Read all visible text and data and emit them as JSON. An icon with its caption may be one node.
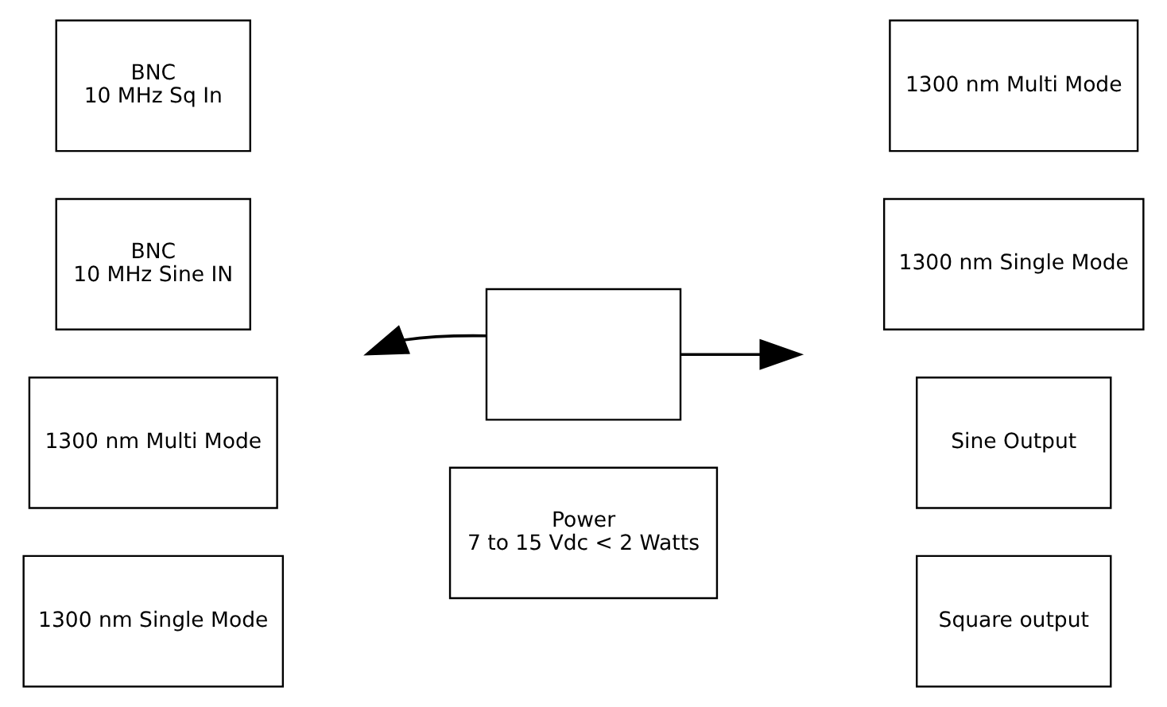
{
  "diagram": {
    "nodes": [
      {
        "text": [
          "BNC",
          "10 MHz Sq In"
        ]
      },
      {
        "text": [
          "BNC",
          "10 MHz Sine IN"
        ]
      },
      {
        "text": [
          "1300 nm Multi Mode"
        ]
      },
      {
        "text": [
          "1300 nm Single Mode"
        ]
      },
      {
        "text": [],
        "shape": "box"
      },
      {
        "text": [
          "Power",
          "7 to 15 Vdc < 2 Watts"
        ]
      },
      {
        "text": [
          "1300 nm Multi Mode"
        ]
      },
      {
        "text": [
          "1300 nm Single Mode"
        ]
      },
      {
        "text": [
          "Sine Output"
        ]
      },
      {
        "text": [
          "Square output"
        ]
      }
    ],
    "edges": [
      {
        "from": 4,
        "to": null,
        "arrow": "to"
      },
      {
        "from": 4,
        "to": null,
        "arrow": "to"
      }
    ]
  }
}
